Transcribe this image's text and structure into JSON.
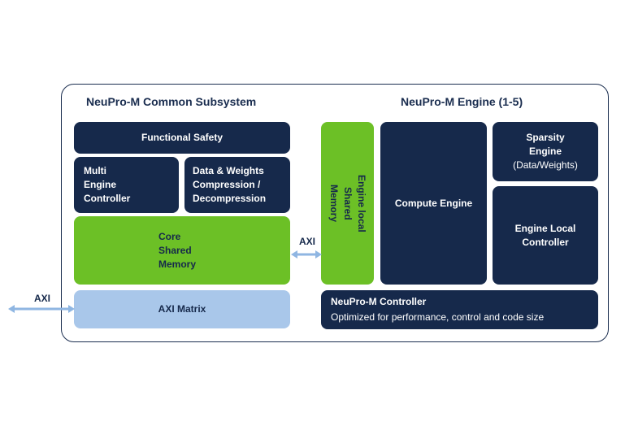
{
  "common": {
    "title": "NeuPro-M Common Subsystem",
    "functional_safety": "Functional Safety",
    "multi_engine": "Multi\nEngine\nController",
    "compression": "Data & Weights\nCompression /\nDecompression",
    "core_memory": "Core\nShared\nMemory",
    "axi_matrix": "AXI Matrix"
  },
  "engine": {
    "title": "NeuPro-M Engine (1-5)",
    "local_memory": "Engine local\nShared\nMemory",
    "compute": "Compute Engine",
    "sparsity_title": "Sparsity\nEngine",
    "sparsity_sub": "(Data/Weights)",
    "local_controller": "Engine Local\nController",
    "controller_title": "NeuPro-M Controller",
    "controller_sub": "Optimized for performance, control and code size"
  },
  "connectors": {
    "axi_external": "AXI",
    "axi_internal": "AXI"
  },
  "colors": {
    "navy": "#16294b",
    "green": "#6cc026",
    "light_blue": "#a9c7ea",
    "border": "#1a2d4f",
    "arrow": "#8fb6e2"
  }
}
